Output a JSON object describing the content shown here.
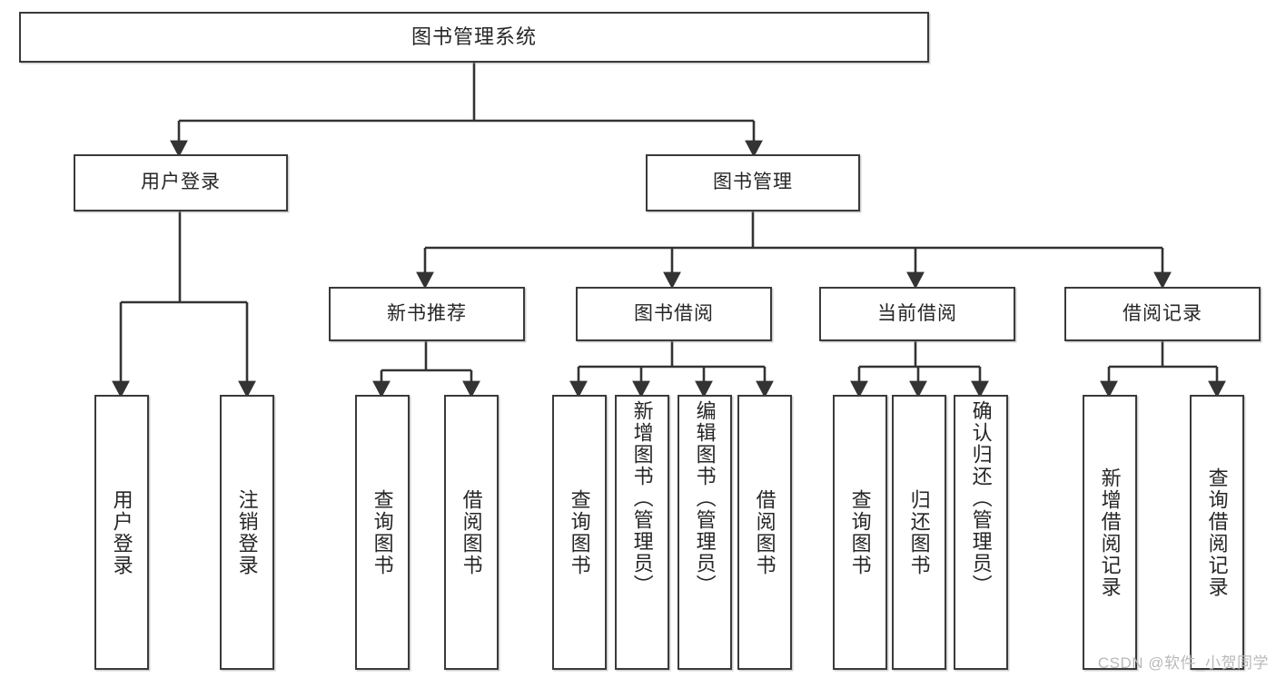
{
  "diagram": {
    "title": "图书管理系统",
    "type": "tree",
    "colors": {
      "box_border": "#3a3a3a",
      "box_fill": "#ffffff",
      "connector": "#333333",
      "text": "#262626",
      "watermark": "#b9b9b9"
    },
    "root": {
      "label": "图书管理系统"
    },
    "level2": [
      {
        "label": "用户登录"
      },
      {
        "label": "图书管理"
      }
    ],
    "level3": [
      {
        "label": "新书推荐"
      },
      {
        "label": "图书借阅"
      },
      {
        "label": "当前借阅"
      },
      {
        "label": "借阅记录"
      }
    ],
    "leaves": {
      "user_login": [
        {
          "label": "用户登录"
        },
        {
          "label": "注销登录"
        }
      ],
      "new_book_recommend": [
        {
          "label": "查询图书"
        },
        {
          "label": "借阅图书"
        }
      ],
      "book_borrow": [
        {
          "label": "查询图书"
        },
        {
          "label": "新增图书（管理员）"
        },
        {
          "label": "编辑图书（管理员）"
        },
        {
          "label": "借阅图书"
        }
      ],
      "current_borrow": [
        {
          "label": "查询图书"
        },
        {
          "label": "归还图书"
        },
        {
          "label": "确认归还（管理员）"
        }
      ],
      "borrow_record": [
        {
          "label": "新增借阅记录"
        },
        {
          "label": "查询借阅记录"
        }
      ]
    },
    "watermark": "CSDN @软件_小贺同学"
  }
}
